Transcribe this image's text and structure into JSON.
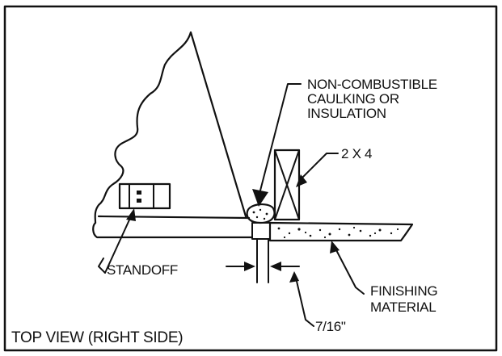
{
  "labels": {
    "caulking_line1": "NON-COMBUSTIBLE",
    "caulking_line2": "CAULKING OR",
    "caulking_line3": "INSULATION",
    "stud": "2 X 4",
    "standoff": "STANDOFF",
    "finishing_line1": "FINISHING",
    "finishing_line2": "MATERIAL",
    "gap": "7/16\"",
    "caption": "TOP VIEW (RIGHT SIDE)"
  },
  "colors": {
    "ink": "#111111",
    "paper": "#ffffff"
  }
}
